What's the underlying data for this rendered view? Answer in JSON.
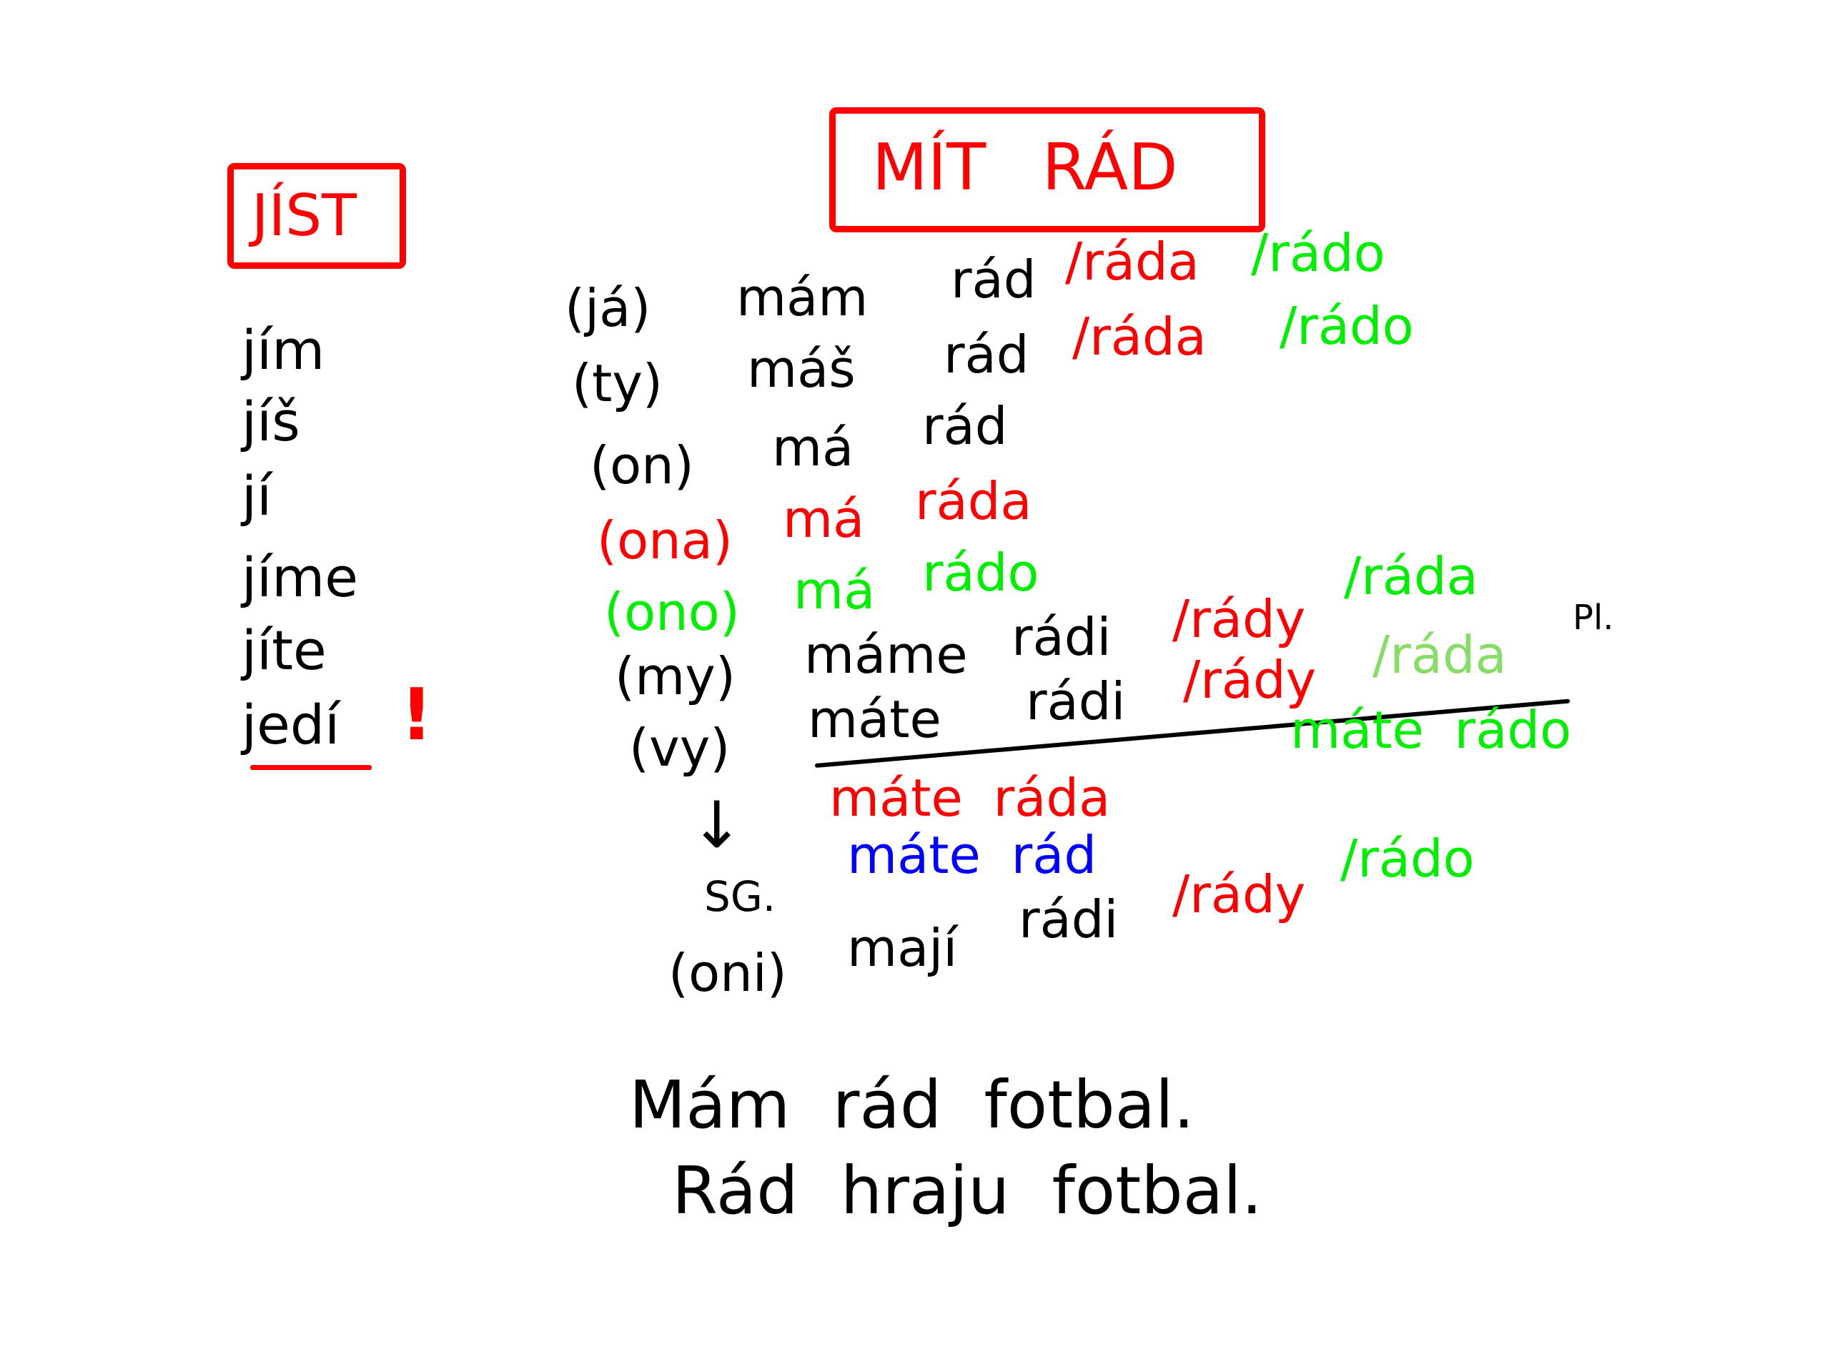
{
  "colors": {
    "black": "#000000",
    "red": "#ff0000",
    "green": "#00ee00",
    "blue": "#0000ff"
  },
  "jist": {
    "title": "JÍST",
    "forms": [
      "jím",
      "jíš",
      "jí",
      "jíme",
      "jíte",
      "jedí"
    ],
    "exclamation": "!"
  },
  "mit_rad": {
    "title": "MÍT RÁD",
    "rows": {
      "ja": {
        "pronoun": "(já)",
        "verb": "mám",
        "m": "rád",
        "f": "/ráda",
        "n": "/rádo"
      },
      "ty": {
        "pronoun": "(ty)",
        "verb": "máš",
        "m": "rád",
        "f": "/ráda",
        "n": "/rádo"
      },
      "on": {
        "pronoun": "(on)",
        "verb": "má",
        "m": "rád"
      },
      "ona": {
        "pronoun": "(ona)",
        "verb": "má",
        "f": "ráda"
      },
      "ono": {
        "pronoun": "(ono)",
        "verb": "má",
        "n": "rádo"
      },
      "my": {
        "pronoun": "(my)",
        "verb": "máme",
        "m": "rádi",
        "f": "/rády",
        "n": "/ráda",
        "note": "Pl."
      },
      "vy": {
        "pronoun": "(vy)",
        "verb": "máte",
        "m": "rádi",
        "f": "/rády",
        "n": "/ráda"
      },
      "vy_sg_n": {
        "text": "máte rádo"
      },
      "vy_sg_f": {
        "text": "máte ráda"
      },
      "vy_sg_m": {
        "label": "SG.",
        "text": "máte rád"
      },
      "oni": {
        "pronoun": "(oni)",
        "verb": "mají",
        "m": "rádi",
        "f": "/rády",
        "n": "/rádo"
      }
    },
    "arrow": "↓"
  },
  "examples": [
    "Mám rád fotbal.",
    "Rád hraju fotbal."
  ]
}
